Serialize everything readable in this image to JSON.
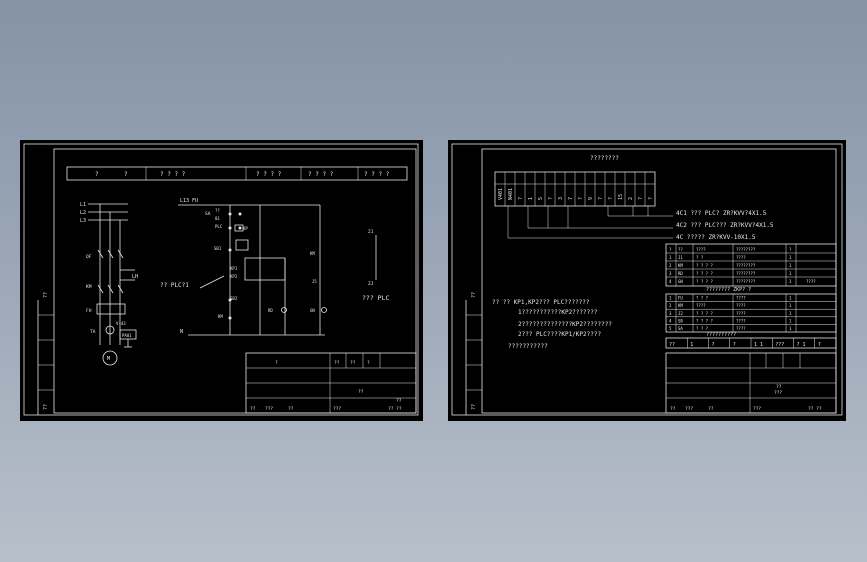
{
  "left_sheet": {
    "header_cells": [
      "?",
      "?",
      "?  ?  ?  ?",
      "?  ?  ?  ?",
      "?  ?  ?  ?",
      "? ? ? ?"
    ],
    "phases": [
      "L1",
      "L2",
      "L3"
    ],
    "left_labels": [
      "QF",
      "KM",
      "FH",
      "TA",
      "V-43",
      "PA01",
      "M"
    ],
    "lh_label": "LH",
    "ctrl_top": "L13  FU",
    "ctrl_labels": [
      "SA",
      "??",
      "01",
      "PLC",
      "SB1",
      "KP1",
      "KP2",
      "SB2",
      "KM"
    ],
    "n_label": "N",
    "mid_labels": [
      "KM",
      "J5",
      "RD",
      "GN",
      "21",
      "ZJ"
    ],
    "callout": "?? PLC?1",
    "plc_right": "??? PLC",
    "title_block": {
      "cells_row1": [
        "?",
        "??",
        "??",
        "?"
      ],
      "signature": "??",
      "drawing_no": "??",
      "bottom": [
        "??",
        "???",
        "??",
        "???",
        "?? ??"
      ]
    }
  },
  "right_sheet": {
    "top_title": "????????",
    "terminal_cols": [
      "V401",
      "N401",
      "?",
      "1",
      "5",
      "?",
      "3",
      "7",
      "?",
      "9",
      "?",
      "?",
      "15",
      "2",
      "?",
      "?"
    ],
    "cable_labels": [
      "4C1  ??? PLC?  ZR?KVV?4X1.5",
      "4C2  ??? PLC???   ZR?KVV?4X1.5",
      "4C    ?????  ZR?KVV-10X1.5"
    ],
    "table_header": [
      "?",
      "??",
      "????",
      "????????",
      "?"
    ],
    "table_rows": [
      [
        "1",
        "J1",
        "?  ?",
        "????",
        "1"
      ],
      [
        "2",
        "KM",
        "?  ?  ?  ?",
        "????????",
        "1"
      ],
      [
        "3",
        "RD",
        "?  ?  ?  ?",
        "????????",
        "1"
      ],
      [
        "4",
        "GN",
        "?  ?  ?  ?",
        "????????",
        "1"
      ]
    ],
    "table2_title": "????????  ZKP?  ?",
    "table2_rows": [
      [
        "1",
        "FU",
        "?  ?  ?",
        "????",
        "1"
      ],
      [
        "2",
        "KM",
        "????",
        "????",
        "1"
      ],
      [
        "3",
        "J2",
        "?  ?  ?  ?",
        "????",
        "1"
      ],
      [
        "4",
        "SB",
        "?  ?  ?  ?",
        "????",
        "1"
      ],
      [
        "5",
        "SA",
        "?  ?  ?",
        "????",
        "1"
      ]
    ],
    "table3_title": "??????????",
    "table3_header": [
      "??",
      "1",
      "?",
      "?",
      "1  1",
      "???",
      "?  1",
      "?"
    ],
    "notes": [
      "??    ??  KP1,KP2???  PLC???????",
      "1???????????KP2???????",
      "2??????????????KP2????????",
      "2???  PLC????KP1/KP2????",
      "???????????"
    ],
    "title_block": {
      "signature": "??",
      "drawing_no": "???",
      "bottom": [
        "??",
        "???",
        "??",
        "???",
        "?? ??"
      ]
    }
  }
}
